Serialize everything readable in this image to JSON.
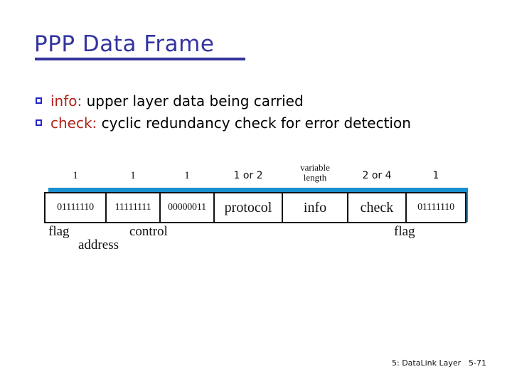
{
  "slide": {
    "title": "PPP Data Frame",
    "title_color": "#3434a0",
    "rule_color": "#33339a",
    "background": "#ffffff"
  },
  "bullets": [
    {
      "marker": "square-outline-bullet",
      "keyword": "info:",
      "text": " upper layer data being carried"
    },
    {
      "marker": "square-outline-bullet",
      "keyword": "check:",
      "text": "  cyclic redundancy check for error detection"
    }
  ],
  "bullet_style": {
    "marker_color": "#2222cc",
    "keyword_color": "#b02318",
    "text_color": "#000000"
  },
  "diagram": {
    "name": "ppp-frame-format",
    "accent_color": "#1a8fd0",
    "border_color": "#111111",
    "fields": [
      {
        "id": "flag-start",
        "value": "01111110",
        "kind": "bits",
        "size": "1",
        "size_style": "serif",
        "width": 88,
        "bottom_label": "flag",
        "label_row": 0,
        "label_offset": 6
      },
      {
        "id": "address",
        "value": "11111111",
        "kind": "bits",
        "size": "1",
        "size_style": "serif",
        "width": 78,
        "bottom_label": "address",
        "label_row": 1,
        "label_offset": 48
      },
      {
        "id": "control",
        "value": "00000011",
        "kind": "bits",
        "size": "1",
        "size_style": "serif",
        "width": 78,
        "bottom_label": "control",
        "label_row": 0,
        "label_offset": 120
      },
      {
        "id": "protocol",
        "value": "protocol",
        "kind": "word",
        "size": "1 or 2",
        "size_style": "sans",
        "width": 98,
        "bottom_label": "",
        "label_row": 0,
        "label_offset": 0
      },
      {
        "id": "info",
        "value": "info",
        "kind": "word",
        "size": "variable length",
        "size_style": "twoline",
        "width": 94,
        "bottom_label": "",
        "label_row": 0,
        "label_offset": 0
      },
      {
        "id": "check",
        "value": "check",
        "kind": "word",
        "size": "2 or 4",
        "size_style": "sans",
        "width": 84,
        "bottom_label": "",
        "label_row": 0,
        "label_offset": 0
      },
      {
        "id": "flag-end",
        "value": "01111110",
        "kind": "bits",
        "size": "1",
        "size_style": "sans",
        "width": 86,
        "bottom_label": "flag",
        "label_row": 0,
        "label_offset": 492
      }
    ]
  },
  "footer": {
    "chapter": "5: DataLink Layer",
    "page": "5-71"
  }
}
